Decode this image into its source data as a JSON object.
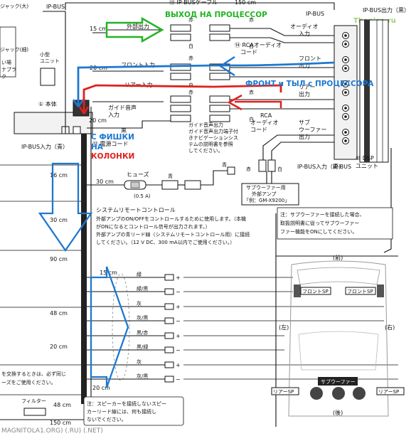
{
  "top": {
    "ipbus_cable": "⑬ IP-BUSケーブル",
    "cable_len_top": "150 cm",
    "ipbus_left": "IP-BUS",
    "jack": "ジャック(大)",
    "ipbus_output": "IP-BUS出力（黒）",
    "ipbus_right": "IP-BUS",
    "watermark": "Thonica.ru"
  },
  "left": {
    "jack_small": "ジャック(細)",
    "small_unit": "小型\nユニット",
    "main_unit": "① 本体",
    "ipbus_in": "IP-BUS入力（青）",
    "left_text_1": "い場",
    "left_text_2": "ナプラ",
    "left_text_3": "ク",
    "len_16": "16 cm",
    "len_30": "30 cm",
    "len_90": "90 cm",
    "len_48": "48 cm",
    "len_20": "20 cm",
    "len_48b": "48 cm",
    "len_150b": "150 cm",
    "filter": "フィルター",
    "notice": "を交換するときは、必ず同じ\nーズをご使用ください。"
  },
  "center": {
    "front_out": "外部出力",
    "front_in": "フロント入力",
    "rear_in": "リアー入力",
    "guide_in": "ガイド音声\n入力",
    "len_15": "15 cm",
    "len_20": "20 cm",
    "len_20b": "20 cm",
    "red": "赤",
    "white": "白",
    "black": "黒",
    "blue": "青",
    "power_cord": "⑰ 電源コード",
    "rca_code": "⑭ RCAオーディオ\nコード",
    "rca_code2": "RCA\nオーディオ\nコード",
    "guide_note": "ガイド音声出力\nガイド音声出力端子付\nきナビゲーションシス\nテムの説明書を参照\nしてください。",
    "fuse": "ヒューズ",
    "fuse_val": "(0.5 A)",
    "len_30b": "30 cm",
    "sub_amp": "サブウーファー用\n外部アンプ\n「例：GM-X9200」",
    "remote_title": "システムリモートコントロール",
    "remote_body": "外部アンプのON/OFFをコントロールするために使用します。（本機\nがONになるとコントロール信号が出力されます。）\n外部アンプの青リード線（システムリモートコントロール用）に接続\nしてください。（12 V DC、300 mA以内でご使用ください。）",
    "len_15b": "15 cm",
    "len_20c": "20 cm",
    "speaker_note": "注：スピーカーを接続しないスピー\nカーリード線には、何も接続し\nないでください。"
  },
  "wires": [
    {
      "label": "緑",
      "sign": "+"
    },
    {
      "label": "緑/黒",
      "sign": "−"
    },
    {
      "label": "灰",
      "sign": "+"
    },
    {
      "label": "灰/黒",
      "sign": "−"
    },
    {
      "label": "黒/赤",
      "sign": "+"
    },
    {
      "label": "黒/緑",
      "sign": "−"
    },
    {
      "label": "灰",
      "sign": "+"
    },
    {
      "label": "灰/黒",
      "sign": "−"
    }
  ],
  "right": {
    "ipbus_out": "IP-BUS出力（黒）",
    "audio_in": "オーディオ\n入力",
    "front_out": "フロント\n出力",
    "rear_out": "リアー\n出力",
    "sub_out": "サブ\nウーファー\n出力",
    "ipbus_in": "IP-BUS入力（青）",
    "ipbus": "IP-BUS",
    "dsp": "⑩ DSP\nユニット",
    "sub_note": "注：サブウーファーを接続した場合、\n取扱説明書に従ってサブウーファー\nファー機能をONにしてください。"
  },
  "car": {
    "front": "(前)",
    "rear": "(後)",
    "left": "(左)",
    "right": "(右)",
    "front_sp_l": "フロントSP",
    "front_sp_r": "フロントSP",
    "rear_sp_l": "リアーSP",
    "rear_sp_r": "リアーSP",
    "subwoofer": "サブウーファー"
  },
  "annotations": {
    "out_to_processor": "ВЫХОД НА ПРОЦЕССОР",
    "front_rear_from": "ФРОНТ и ТЫЛ с ПРОЦЕССОРА",
    "from_plug_1": "С ФИШКИ",
    "from_plug_2": "НА",
    "from_plug_3": "КОЛОНКИ",
    "footer": "MAGNITOLA1.ORG) (.RU) (.NET)"
  },
  "colors": {
    "green_arrow": "#22b422",
    "red_arrow": "#e02020",
    "blue_arrow": "#1e78d0",
    "line": "#111111"
  }
}
